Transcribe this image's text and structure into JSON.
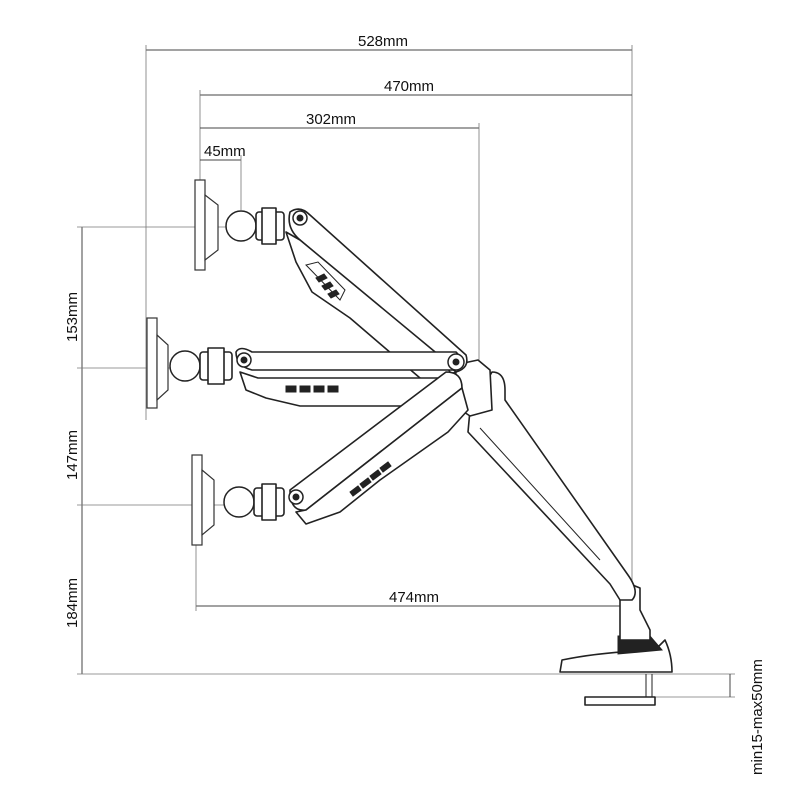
{
  "dimensions": {
    "total_reach": "528mm",
    "upper_reach": "470mm",
    "middle_reach": "302mm",
    "min_offset": "45mm",
    "lower_reach": "474mm",
    "height_upper": "153mm",
    "height_middle": "147mm",
    "height_lower": "184mm",
    "desk_thickness": "min15-max50mm"
  }
}
